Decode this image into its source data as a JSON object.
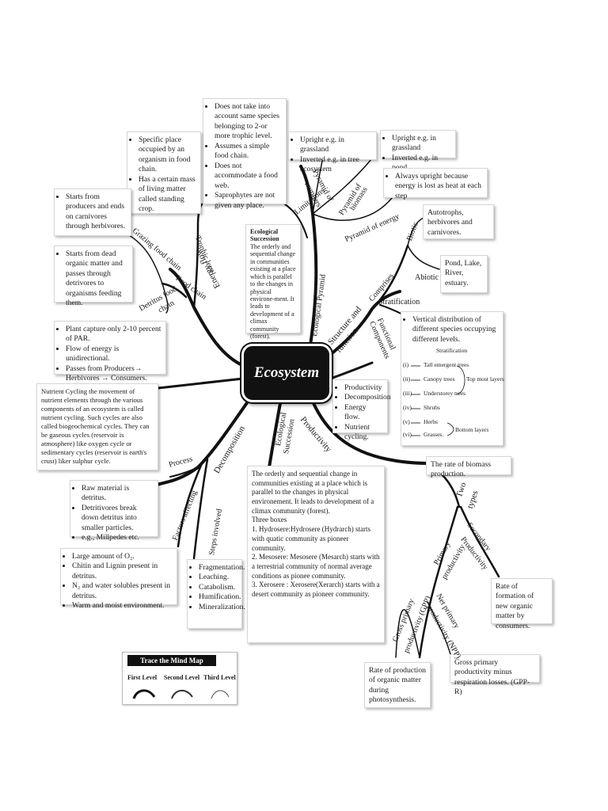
{
  "center": {
    "label": "Ecosystem"
  },
  "nodes": {
    "trophic_notes": {
      "items": [
        "Does not take into account same species belonging to 2-or more trophic level.",
        "Assumes a simple food chain.",
        "Does not accommodate a food web.",
        "Saprophytes are not given any place."
      ]
    },
    "trophic_level_def": {
      "items": [
        "Specific place occupied by an organism in food chain.",
        "Has a certain mass of living matter called standing crop."
      ]
    },
    "grazing_def": {
      "items": [
        "Starts from producers and ends on carnivores through herbivores."
      ]
    },
    "detritus_def": {
      "items": [
        "Starts from dead organic matter and passes through detrivores to organisms feeding them."
      ]
    },
    "energy_flow_def": {
      "items": [
        "Plant capture only 2-10 percent of PAR.",
        "Flow of energy is unidirectional.",
        "Passes from Producers→ Herbivores → Consumers."
      ]
    },
    "nutrient_cycling_def": {
      "text": "Nutrient Cycling the movement of nutrient elements through the various components of an ecosystem is called nutrient cycling. Such cycles are also called biogeochemical cycles. They can  be gaseous cycles (reservoir is atmosphere) like oxygen cycle or sedimentary cycles (reservoir is earth's crust) liker sulphur cycle."
    },
    "process_def": {
      "items": [
        "Raw material is detritus.",
        "Detritivores break down detritus into smaller particles.",
        "e.g., Millpedes etc."
      ]
    },
    "factors_def": {
      "items": [
        "Large amount of O₂.",
        "Chitin and Lignin present in detritus.",
        "N₂ and water solubles present in detritus.",
        "Warm and moist environment."
      ]
    },
    "steps_def": {
      "items": [
        "Fragmentation.",
        "Leaching.",
        "Catabolism.",
        "Humification.",
        "Mineralization."
      ]
    },
    "succession_small": {
      "title": "Ecological Succession",
      "text": "The orderly and sequential change in communities existing  at a place which is parallel to the changes in physical environe-ment. It leads to development of  a climax community (forest)."
    },
    "succession_big": {
      "p1": "The orderly and sequential change in communities existing at a place which is parallel to the changes in physical environement. It leads to development of  a climax community (forest).",
      "p2": "Three boxes",
      "p3": "1. Hydrosere:Hydrosere  (Hydrarch) starts with quatic community as pioneer community.",
      "p4": "2. Mesosere: Mesosere  (Mesarch) starts with a terrestrial community of normal average conditions as pionee community.",
      "p5": "3. Xerosere : Xerosere(Xerarch) starts with a desert community as pioneer community."
    },
    "pyramid_numbers_def": {
      "items": [
        "Upright e.g. in grassland",
        "Inverted e.g. in tree ecosystem"
      ]
    },
    "pyramid_biomass_def": {
      "items": [
        "Upright e.g. in grassland",
        "Inverted e.g. in pond"
      ]
    },
    "pyramid_energy_def": {
      "items": [
        "Always upright because energy is lost as heat at each step"
      ]
    },
    "biotic_def": {
      "text": "Autotrophs, herbivores and carnivores."
    },
    "abiotic_def": {
      "text": "Pond, Lake, River, estuary."
    },
    "functional_def": {
      "items": [
        "Productivity",
        "Decomposition",
        "Energy flow.",
        "Nutrient cycling."
      ]
    },
    "stratification_def": {
      "items": [
        "Vertical distribution of different species occupying different levels."
      ],
      "diagram_title": "Stratification",
      "layers": [
        "(i)",
        "(ii)",
        "(iii)",
        "(iv)",
        "(v)",
        "(vi)"
      ],
      "layer_names": [
        "Tall emergent trees",
        "Canopy trees",
        "Understorey trees",
        "Shrubs",
        "Herbs",
        "Grasses."
      ],
      "top_label": "Top most layers",
      "bottom_label": "Bottom layers"
    },
    "productivity_def": {
      "text": "The rate of biomass production."
    },
    "secondary_def": {
      "text": "Rate of formation of new organic matter by consumers."
    },
    "npp_def": {
      "text": "Gross primary productivity minus respiration losses. (GPP-R)"
    },
    "gpp_def": {
      "text": "Rate of production of organic matter during photosynthesis."
    }
  },
  "branch_labels": {
    "energy_flow": "Energy flow",
    "trophic_level": "Trophic level",
    "food_chain": "Food chain",
    "grazing_food_chain": "Grazing food chain",
    "detritus_food_chain_1": "Detritus food",
    "detritus_food_chain_2": "chain",
    "decomposition": "Decomposition",
    "process": "Process",
    "factors_affecting": "Factors affecting",
    "steps_involved": "Steps involved",
    "ecological_succession_1": "Ecological",
    "ecological_succession_2": "Succession",
    "productivity": "Productivity",
    "ecological_pyramid": "Ecological Pyramid",
    "limitations": "Limitations",
    "pyramid_numbers_1": "Pyramid of",
    "pyramid_numbers_2": "numbers",
    "pyramid_biomass_1": "Pyramid of",
    "pyramid_biomass_2": "biomass",
    "pyramid_energy": "Pyramid of energy",
    "structure_function_1": "Structure and",
    "structure_function_2": "function",
    "comprises": "Comprises",
    "biotic": "Biotic",
    "abiotic": "Abiotic",
    "stratification": "Stratification",
    "functional_components_1": "Functional",
    "functional_components_2": "Components",
    "two_types_1": "Two",
    "two_types_2": "types",
    "primary_productivity_1": "Primary",
    "primary_productivity_2": "productivity",
    "secondary_productivity_1": "Secondary",
    "secondary_productivity_2": "Productivity",
    "gpp_1": "Gross primary",
    "gpp_2": "productivity (GPP)",
    "npp_1": "Net primary",
    "npp_2": "productivity (NPP)"
  },
  "legend": {
    "title": "Trace the  Mind Map",
    "first": "First Level",
    "second": "Second Level",
    "third": "Third Level"
  }
}
